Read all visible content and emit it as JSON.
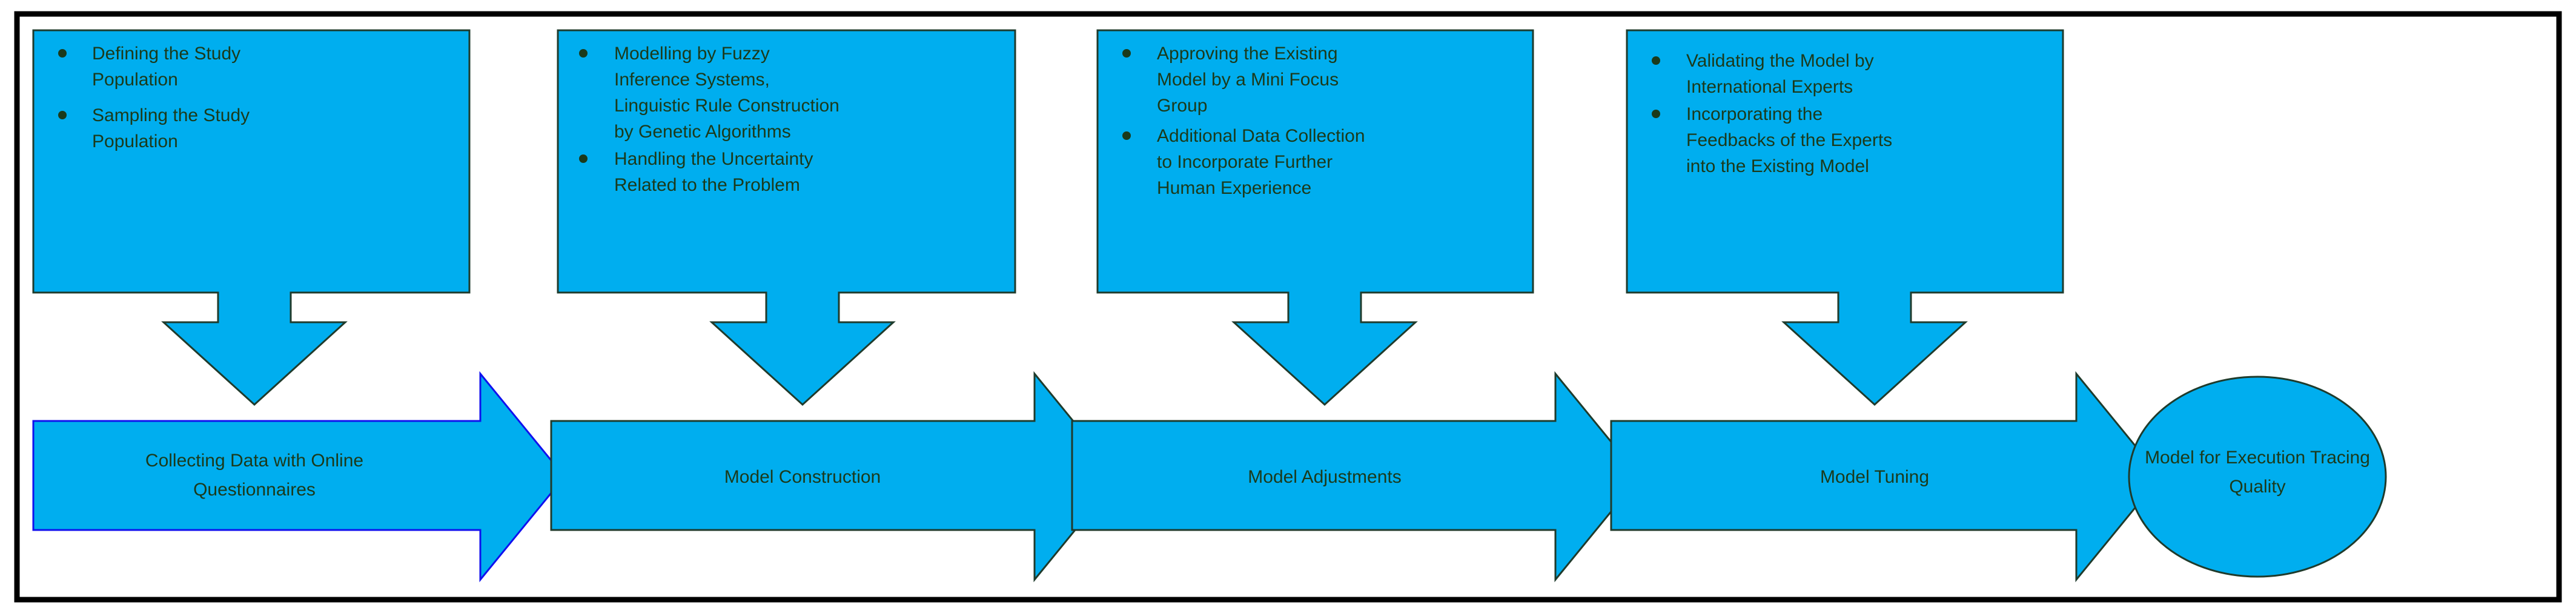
{
  "diagram": {
    "title": "Model for Execution Tracing Quality - Process Flow",
    "type": "process-flow",
    "colors": {
      "shape_fill": "#00AEEF",
      "shape_stroke": "#1F3B2C",
      "first_arrow_stroke": "#1010EE",
      "text": "#1B3A1B",
      "frame_stroke": "#000000",
      "background": "#FFFFFF"
    },
    "detail_boxes": [
      {
        "id": "detail-box-1",
        "bullets": [
          "Defining the Study Population",
          "Sampling the Study Population"
        ],
        "lines": [
          [
            "Defining the Study",
            "Population"
          ],
          [
            "Sampling the Study",
            "Population"
          ]
        ]
      },
      {
        "id": "detail-box-2",
        "bullets": [
          "Modelling by Fuzzy Inference Systems, Linguistic Rule Construction by Genetic Algorithms",
          "Handling the Uncertainty Related to the Problem"
        ],
        "lines": [
          [
            "Modelling by Fuzzy",
            "Inference Systems,",
            "Linguistic Rule Construction",
            "by Genetic Algorithms"
          ],
          [
            "Handling the Uncertainty",
            "Related to the Problem"
          ]
        ]
      },
      {
        "id": "detail-box-3",
        "bullets": [
          "Approving the Existing Model by a Mini Focus Group",
          "Additional Data Collection to Incorporate Further Human Experience"
        ],
        "lines": [
          [
            "Approving the Existing",
            "Model by a Mini Focus",
            "Group"
          ],
          [
            "Additional Data Collection",
            "to Incorporate Further",
            "Human Experience"
          ]
        ]
      },
      {
        "id": "detail-box-4",
        "bullets": [
          "Validating the Model by International Experts",
          "Incorporating the Feedbacks of the Experts into the Existing Model"
        ],
        "lines": [
          [
            "Validating the Model by",
            "International Experts"
          ],
          [
            "Incorporating the",
            "Feedbacks of the Experts",
            "into the Existing Model"
          ]
        ]
      }
    ],
    "stages": [
      {
        "id": "stage-1",
        "label": "Collecting Data with Online Questionnaires",
        "lines": [
          "Collecting Data with Online",
          "Questionnaires"
        ]
      },
      {
        "id": "stage-2",
        "label": "Model Construction",
        "lines": [
          "Model Construction"
        ]
      },
      {
        "id": "stage-3",
        "label": "Model Adjustments",
        "lines": [
          "Model Adjustments"
        ]
      },
      {
        "id": "stage-4",
        "label": "Model Tuning",
        "lines": [
          "Model Tuning"
        ]
      }
    ],
    "terminator": {
      "id": "terminator",
      "label": "Model for Execution Tracing Quality",
      "lines": [
        "Model for Execution Tracing",
        "Quality"
      ]
    }
  }
}
